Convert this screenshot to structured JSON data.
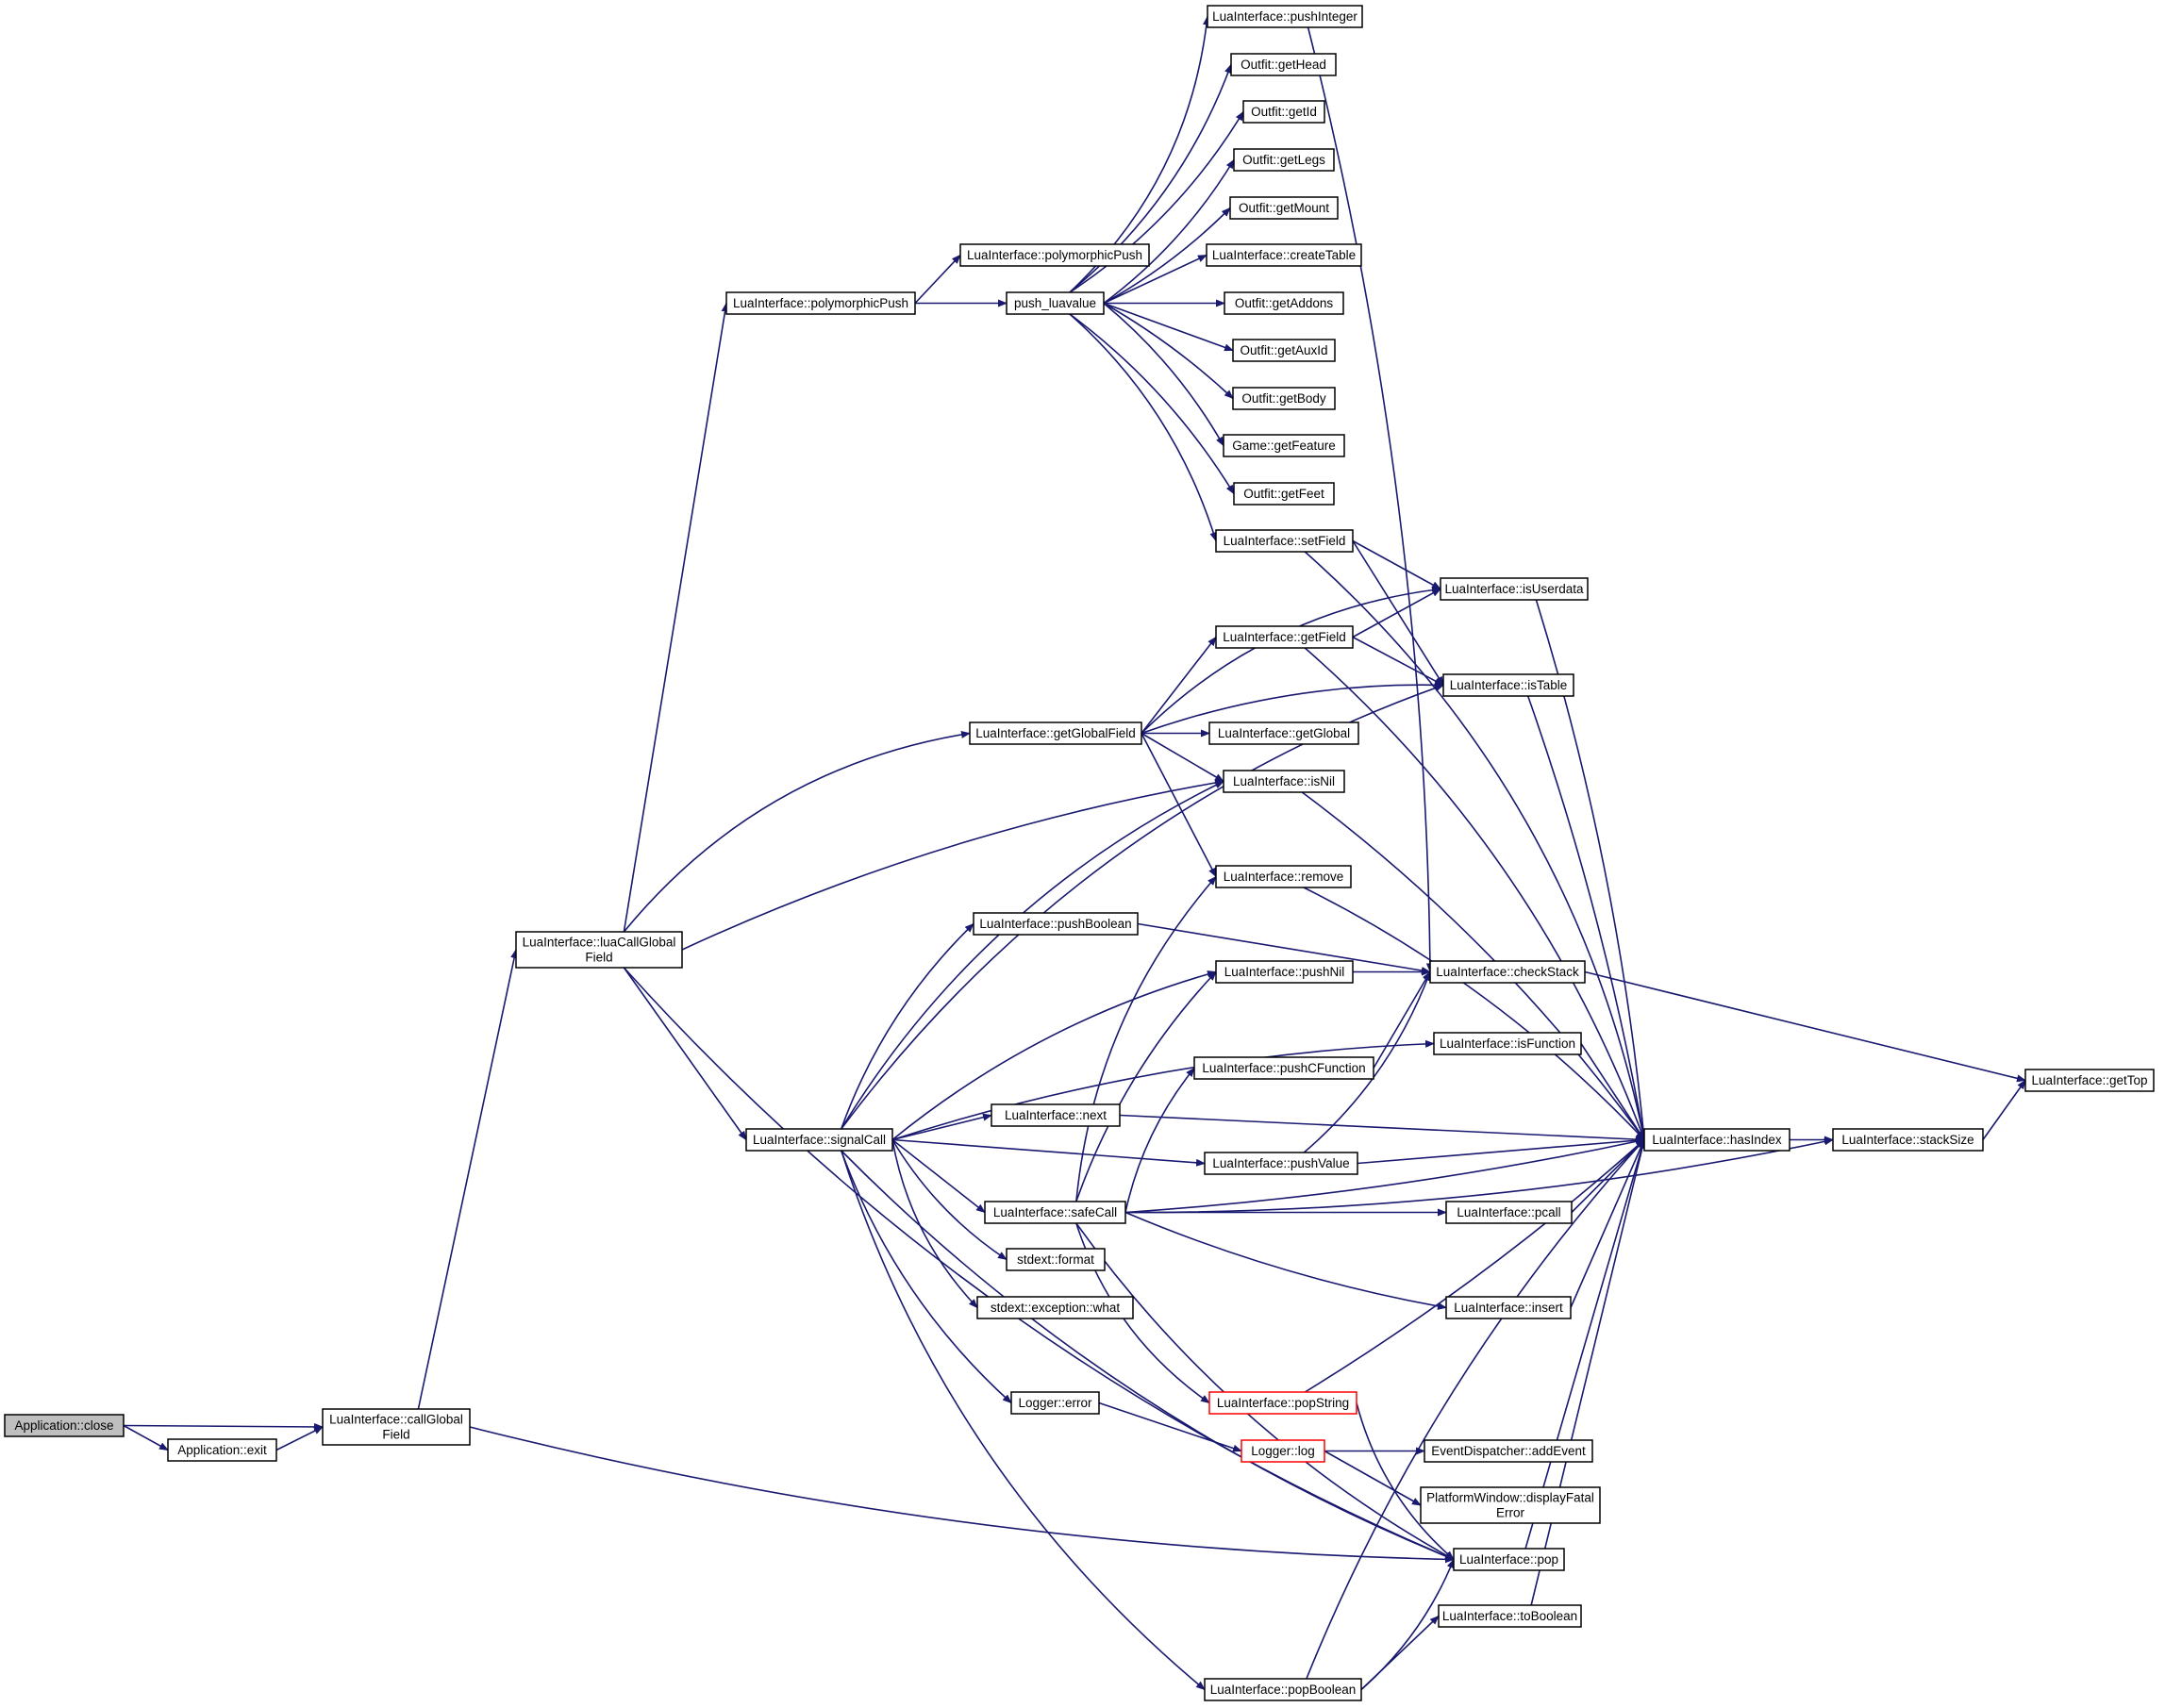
{
  "colors": {
    "edge": "#191970",
    "root_fill": "#bfbfbf",
    "red_border": "#ff0000",
    "border": "#000000"
  },
  "nodes": [
    {
      "id": "app_close",
      "label": [
        "Application::close"
      ],
      "root": true
    },
    {
      "id": "app_exit",
      "label": [
        "Application::exit"
      ]
    },
    {
      "id": "call_global",
      "label": [
        "LuaInterface::callGlobal",
        "Field"
      ]
    },
    {
      "id": "lua_call_global",
      "label": [
        "LuaInterface::luaCallGlobal",
        "Field"
      ]
    },
    {
      "id": "poly_push_1",
      "label": [
        "LuaInterface::polymorphicPush"
      ]
    },
    {
      "id": "poly_push_2",
      "label": [
        "LuaInterface::polymorphicPush"
      ]
    },
    {
      "id": "push_luavalue",
      "label": [
        "push_luavalue"
      ]
    },
    {
      "id": "push_integer",
      "label": [
        "LuaInterface::pushInteger"
      ]
    },
    {
      "id": "get_head",
      "label": [
        "Outfit::getHead"
      ]
    },
    {
      "id": "get_id",
      "label": [
        "Outfit::getId"
      ]
    },
    {
      "id": "get_legs",
      "label": [
        "Outfit::getLegs"
      ]
    },
    {
      "id": "get_mount",
      "label": [
        "Outfit::getMount"
      ]
    },
    {
      "id": "create_table",
      "label": [
        "LuaInterface::createTable"
      ]
    },
    {
      "id": "get_addons",
      "label": [
        "Outfit::getAddons"
      ]
    },
    {
      "id": "get_auxid",
      "label": [
        "Outfit::getAuxId"
      ]
    },
    {
      "id": "get_body",
      "label": [
        "Outfit::getBody"
      ]
    },
    {
      "id": "get_feature",
      "label": [
        "Game::getFeature"
      ]
    },
    {
      "id": "get_feet",
      "label": [
        "Outfit::getFeet"
      ]
    },
    {
      "id": "set_field",
      "label": [
        "LuaInterface::setField"
      ]
    },
    {
      "id": "is_userdata",
      "label": [
        "LuaInterface::isUserdata"
      ]
    },
    {
      "id": "get_field",
      "label": [
        "LuaInterface::getField"
      ]
    },
    {
      "id": "is_table",
      "label": [
        "LuaInterface::isTable"
      ]
    },
    {
      "id": "get_global_field",
      "label": [
        "LuaInterface::getGlobalField"
      ]
    },
    {
      "id": "get_global",
      "label": [
        "LuaInterface::getGlobal"
      ]
    },
    {
      "id": "is_nil",
      "label": [
        "LuaInterface::isNil"
      ]
    },
    {
      "id": "remove",
      "label": [
        "LuaInterface::remove"
      ]
    },
    {
      "id": "push_boolean",
      "label": [
        "LuaInterface::pushBoolean"
      ]
    },
    {
      "id": "check_stack",
      "label": [
        "LuaInterface::checkStack"
      ]
    },
    {
      "id": "push_nil",
      "label": [
        "LuaInterface::pushNil"
      ]
    },
    {
      "id": "is_function",
      "label": [
        "LuaInterface::isFunction"
      ]
    },
    {
      "id": "push_cfunction",
      "label": [
        "LuaInterface::pushCFunction"
      ]
    },
    {
      "id": "get_top",
      "label": [
        "LuaInterface::getTop"
      ]
    },
    {
      "id": "next",
      "label": [
        "LuaInterface::next"
      ]
    },
    {
      "id": "signal_call",
      "label": [
        "LuaInterface::signalCall"
      ]
    },
    {
      "id": "has_index",
      "label": [
        "LuaInterface::hasIndex"
      ]
    },
    {
      "id": "stack_size",
      "label": [
        "LuaInterface::stackSize"
      ]
    },
    {
      "id": "push_value",
      "label": [
        "LuaInterface::pushValue"
      ]
    },
    {
      "id": "safe_call",
      "label": [
        "LuaInterface::safeCall"
      ]
    },
    {
      "id": "pcall",
      "label": [
        "LuaInterface::pcall"
      ]
    },
    {
      "id": "stdext_format",
      "label": [
        "stdext::format"
      ]
    },
    {
      "id": "exception_what",
      "label": [
        "stdext::exception::what"
      ]
    },
    {
      "id": "insert",
      "label": [
        "LuaInterface::insert"
      ]
    },
    {
      "id": "logger_error",
      "label": [
        "Logger::error"
      ]
    },
    {
      "id": "pop_string",
      "label": [
        "LuaInterface::popString"
      ],
      "red": true
    },
    {
      "id": "logger_log",
      "label": [
        "Logger::log"
      ],
      "red": true
    },
    {
      "id": "add_event",
      "label": [
        "EventDispatcher::addEvent"
      ]
    },
    {
      "id": "display_fatal",
      "label": [
        "PlatformWindow::displayFatal",
        "Error"
      ]
    },
    {
      "id": "pop",
      "label": [
        "LuaInterface::pop"
      ]
    },
    {
      "id": "to_boolean",
      "label": [
        "LuaInterface::toBoolean"
      ]
    },
    {
      "id": "pop_boolean",
      "label": [
        "LuaInterface::popBoolean"
      ]
    }
  ]
}
